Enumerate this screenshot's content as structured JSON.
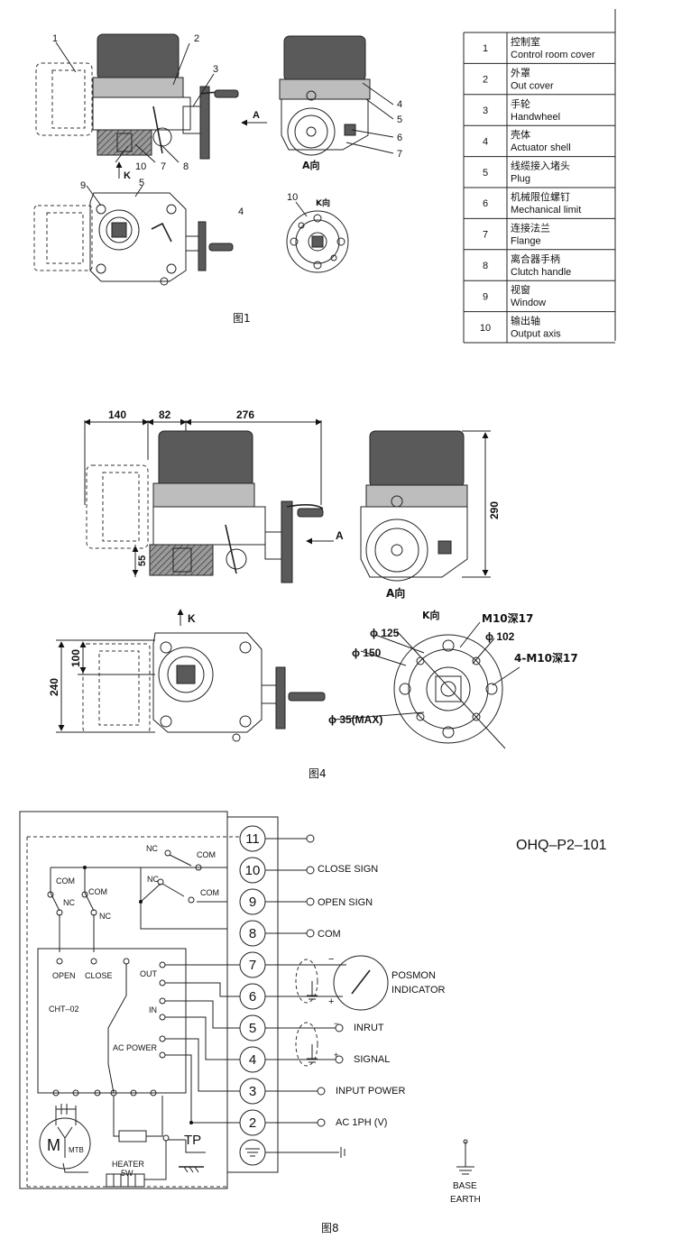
{
  "fig1": {
    "caption": "图1",
    "callouts": [
      "1",
      "2",
      "3",
      "4",
      "5",
      "6",
      "7",
      "8",
      "9",
      "10",
      "7",
      "5",
      "4"
    ],
    "arrow_a": "A",
    "arrow_k": "K",
    "view_a": "A向",
    "view_k": "K向"
  },
  "parts_table": [
    {
      "no": "1",
      "cn": "控制室",
      "en": "Control room cover"
    },
    {
      "no": "2",
      "cn": "外罩",
      "en": "Out cover"
    },
    {
      "no": "3",
      "cn": "手轮",
      "en": "Handwheel"
    },
    {
      "no": "4",
      "cn": "壳体",
      "en": "Actuator shell"
    },
    {
      "no": "5",
      "cn": "线缆接入堵头",
      "en": "Plug"
    },
    {
      "no": "6",
      "cn": "机械限位螺钉",
      "en": "Mechanical limit"
    },
    {
      "no": "7",
      "cn": "连接法兰",
      "en": "Flange"
    },
    {
      "no": "8",
      "cn": "离合器手柄",
      "en": "Clutch handle"
    },
    {
      "no": "9",
      "cn": "视窗",
      "en": "Window"
    },
    {
      "no": "10",
      "cn": "输出轴",
      "en": "Output axis"
    }
  ],
  "fig4": {
    "caption": "图4",
    "dims": {
      "d140": "140",
      "d82": "82",
      "d276": "276",
      "d290": "290",
      "d55": "55",
      "d100": "100",
      "d240": "240"
    },
    "arrow_a": "A",
    "arrow_k": "K",
    "view_a": "A向",
    "view_k": "K向",
    "flange": {
      "phi125": "ϕ 125",
      "phi150": "ϕ 150",
      "phi102": "ϕ 102",
      "phi35": "ϕ 35(MAX)",
      "m10": "M10深17",
      "m10x4": "4-M10深17"
    }
  },
  "fig8": {
    "caption": "图8",
    "model": "OHQ–P2–101",
    "terminals": [
      "11",
      "10",
      "9",
      "8",
      "7",
      "6",
      "5",
      "4",
      "3",
      "2"
    ],
    "signals": {
      "close_sign": "CLOSE SIGN",
      "open_sign": "OPEN SIGN",
      "com": "COM",
      "inrut": "INRUT",
      "signal": "SIGNAL",
      "input_power": "INPUT POWER",
      "ac": "AC  1PH (V)"
    },
    "indicator": "POSMON\nINDICATOR",
    "indicator_l1": "POSMON",
    "indicator_l2": "INDICATOR",
    "board": "CHT–02",
    "labels": {
      "nc": "NC",
      "com": "COM",
      "open": "OPEN",
      "close": "CLOSE",
      "out": "OUT",
      "in": "IN",
      "ac_power": "AC POWER",
      "motor": "M",
      "mtb": "MTB",
      "tp": "TP",
      "heater": "HEATER",
      "heater_w": "5W",
      "base": "BASE",
      "earth": "EARTH",
      "minus": "−",
      "plus": "+"
    }
  }
}
